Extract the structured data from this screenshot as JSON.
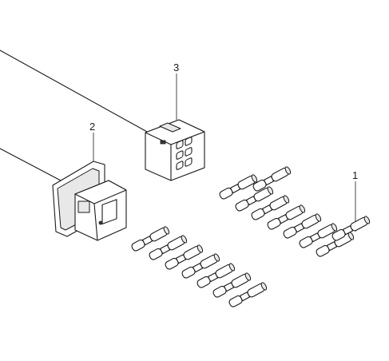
{
  "callouts": {
    "terminal_label": "1",
    "receptacle_label": "2",
    "plug_label": "3"
  },
  "parts": {
    "terminal_count": 16
  }
}
